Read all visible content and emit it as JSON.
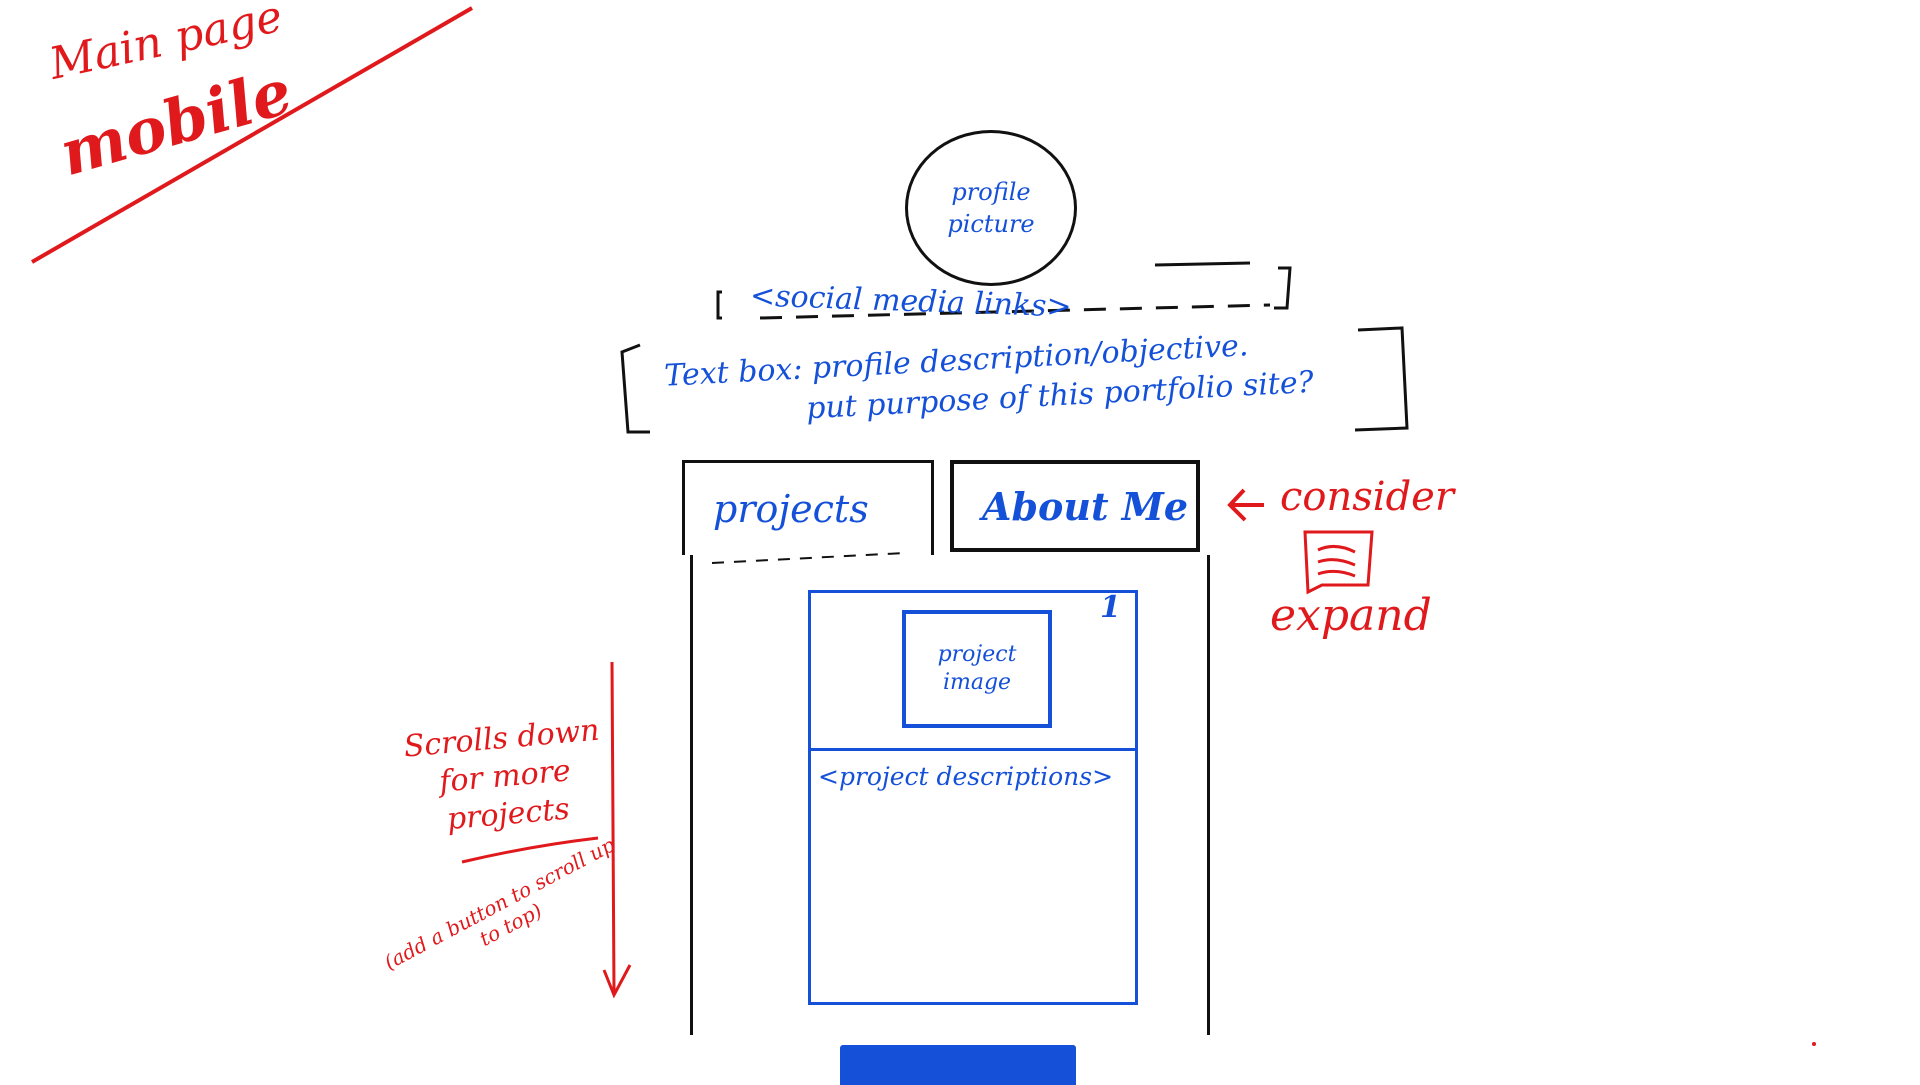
{
  "title": {
    "line1": "Main page",
    "line2": "mobile"
  },
  "profile": {
    "label": "profile picture"
  },
  "social": {
    "label": "<social media links>"
  },
  "description": {
    "line1": "Text box: profile description/objective.",
    "line2": "put purpose of this portfolio site?"
  },
  "tabs": [
    {
      "label": "projects"
    },
    {
      "label": "About Me"
    }
  ],
  "project_card": {
    "number": "1",
    "image_label": "project image",
    "description_label": "<project descriptions>"
  },
  "annotations": {
    "consider": "consider",
    "expand": "expand",
    "scroll": "Scrolls down for more projects",
    "scroll_note": "(add a button to scroll up to top)"
  },
  "colors": {
    "ink": "#111111",
    "blue": "#1450d8",
    "red": "#e0191c"
  }
}
